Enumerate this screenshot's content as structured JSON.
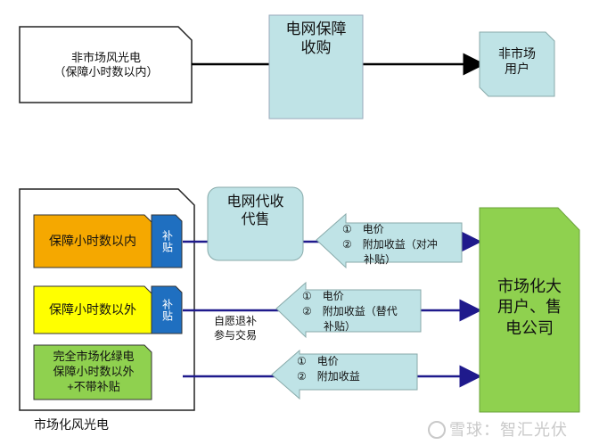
{
  "top": {
    "source_box": {
      "title": "非市场风光电",
      "subtitle": "（保障小时数以内）"
    },
    "grid_purchase": "电网保障\n收购",
    "non_market_users": "非市场\n用户"
  },
  "bottom": {
    "container_label": "市场化风光电",
    "grid_agent": "电网代收\n代售",
    "rows": [
      {
        "label": "保障小时数以内",
        "subsidy": "补贴",
        "color": "#f5a800"
      },
      {
        "label": "保障小时数以外",
        "subsidy": "补贴",
        "color": "#ffff00"
      },
      {
        "label": "完全市场化绿电\n保障小时数以外\n+不带补贴",
        "subsidy": "",
        "color": "#8fd14f"
      }
    ],
    "arrows": [
      {
        "items": [
          "①　电价",
          "②　附加收益（对冲",
          "　　补贴）"
        ]
      },
      {
        "items": [
          "①　电价",
          "②　附加收益（替代",
          "　　补贴）"
        ]
      },
      {
        "items": [
          "①　电价",
          "②　附加收益"
        ]
      }
    ],
    "voluntary_note": "自愿退补\n参与交易",
    "market_users": "市场化大\n用户、售\n电公司"
  },
  "watermark": "雪球：智汇光伏",
  "colors": {
    "teal": "#bfe3e6",
    "green": "#8fd14f",
    "blue_tab": "#1f6fc0",
    "arrow_line": "#1f1a8c"
  }
}
